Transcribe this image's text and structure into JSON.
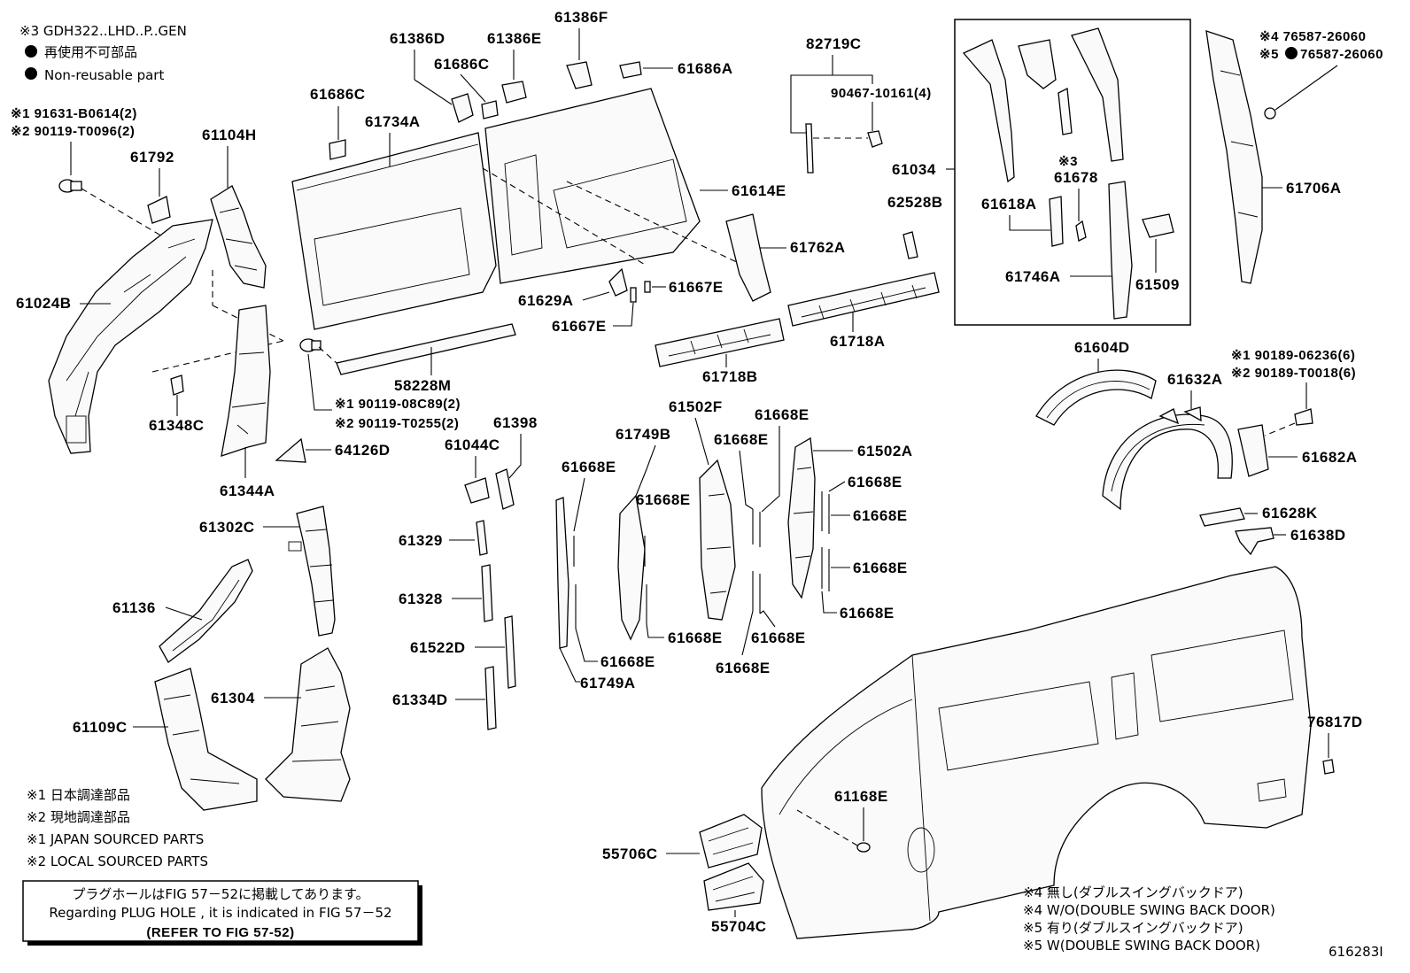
{
  "header_notes": {
    "gdh": "※3 GDH322..LHD..P..GEN",
    "non_reusable_jp": "再使用不可部品",
    "non_reusable_en": "Non-reusable part"
  },
  "fastener_notes": {
    "f1a": "※1 91631-B0614(2)",
    "f1b": "※2 90119-T0096(2)",
    "f2a": "※1 90119-08C89(2)",
    "f2b": "※2 90119-T0255(2)",
    "f3a": "※1 90189-06236(6)",
    "f3b": "※2 90189-T0018(6)",
    "f4a": "※4 76587-26060",
    "f4b": "※5",
    "f4c": "76587-26060",
    "clip": "90467-10161(4)",
    "sub3": "※3"
  },
  "footnotes": {
    "n1": "※1  日本調達部品",
    "n2": "※2  現地調達部品",
    "n3": "※1  JAPAN SOURCED PARTS",
    "n4": "※2  LOCAL SOURCED PARTS"
  },
  "refer_box": {
    "jp": "プラグホールはFIG 57－52に掲載してあります。",
    "en": "Regarding  PLUG  HOLE , it is indicated in FIG  57－52",
    "ref": "(REFER TO FIG 57-52)"
  },
  "legend": {
    "l1": "※4 無し(ダブルスイングバックドア)",
    "l2": "※4 W/O(DOUBLE SWING BACK DOOR)",
    "l3": "※5 有り(ダブルスイングバックドア)",
    "l4": "※5 W(DOUBLE SWING BACK DOOR)"
  },
  "figure_id": "616283I",
  "part_labels": {
    "p61386D": "61386D",
    "p61386E": "61386E",
    "p61386F": "61386F",
    "p61686A": "61686A",
    "p61686C_a": "61686C",
    "p61686C_b": "61686C",
    "p61734A": "61734A",
    "p61104H": "61104H",
    "p61792": "61792",
    "p82719C": "82719C",
    "p61034": "61034",
    "p61678": "61678",
    "p61618A": "61618A",
    "p62528B": "62528B",
    "p61614E": "61614E",
    "p61762A": "61762A",
    "p61746A": "61746A",
    "p61509": "61509",
    "p61706A": "61706A",
    "p61024B": "61024B",
    "p61629A": "61629A",
    "p61667E_a": "61667E",
    "p61667E_b": "61667E",
    "p61718A": "61718A",
    "p61718B": "61718B",
    "p58228M": "58228M",
    "p61348C": "61348C",
    "p61344A": "61344A",
    "p64126D": "64126D",
    "p61044C": "61044C",
    "p61398": "61398",
    "p61502F": "61502F",
    "p61749B": "61749B",
    "p61668E_1": "61668E",
    "p61668E_2": "61668E",
    "p61668E_3": "61668E",
    "p61668E_4": "61668E",
    "p61668E_5": "61668E",
    "p61668E_6": "61668E",
    "p61668E_7": "61668E",
    "p61668E_8": "61668E",
    "p61668E_9": "61668E",
    "p61668E_10": "61668E",
    "p61668E_11": "61668E",
    "p61668E_12": "61668E",
    "p61502A": "61502A",
    "p61604D": "61604D",
    "p61632A": "61632A",
    "p61682A": "61682A",
    "p61628K": "61628K",
    "p61638D": "61638D",
    "p61302C": "61302C",
    "p61136": "61136",
    "p61329": "61329",
    "p61328": "61328",
    "p61522D": "61522D",
    "p61334D": "61334D",
    "p61749A": "61749A",
    "p61304": "61304",
    "p61109C": "61109C",
    "p76817D": "76817D",
    "p61168E": "61168E",
    "p55706C": "55706C",
    "p55704C": "55704C"
  }
}
